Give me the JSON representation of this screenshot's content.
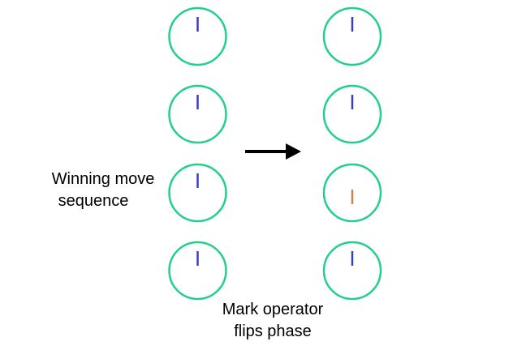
{
  "colors": {
    "circle": "#22cf8e",
    "phase_normal": "#3b3bc9",
    "phase_flipped": "#c98548",
    "arrow": "#000000"
  },
  "left_label": [
    "Winning move",
    "sequence"
  ],
  "bottom_label": [
    "Mark operator",
    "flips phase"
  ],
  "before": {
    "states": [
      "normal",
      "normal",
      "normal",
      "normal"
    ]
  },
  "after": {
    "states": [
      "normal",
      "normal",
      "flipped",
      "normal"
    ]
  }
}
